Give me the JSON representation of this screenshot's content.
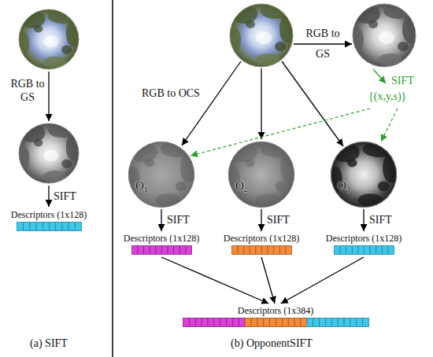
{
  "diagram": {
    "nodes": [
      {
        "text": [
          "Descriptors (1x128)"
        ]
      },
      {
        "text": [
          "O₁"
        ]
      },
      {
        "text": [
          "O₂"
        ]
      },
      {
        "text": [
          "O₃"
        ]
      },
      {
        "text": [
          "Descriptors (1x128)"
        ]
      },
      {
        "text": [
          "Descriptors (1x128)"
        ]
      },
      {
        "text": [
          "Descriptors (1x128)"
        ]
      },
      {
        "text": [
          "Descriptors (1x384)"
        ]
      }
    ],
    "edges": [
      {
        "from": 1,
        "to": 4,
        "label": "SIFT",
        "arrow": "to"
      },
      {
        "from": 2,
        "to": 5,
        "label": "SIFT",
        "arrow": "to"
      },
      {
        "from": 3,
        "to": 6,
        "label": "SIFT",
        "arrow": "to"
      },
      {
        "from": 4,
        "to": 7,
        "arrow": "to"
      },
      {
        "from": 5,
        "to": 7,
        "arrow": "to"
      },
      {
        "from": 6,
        "to": 7,
        "arrow": "to"
      }
    ],
    "labels": [
      "RGB to GS",
      "SIFT",
      "(a) SIFT",
      "RGB to GS",
      "SIFT",
      "{(x,y,s)}",
      "RGB to OCS",
      "(b) OpponentSIFT"
    ]
  }
}
